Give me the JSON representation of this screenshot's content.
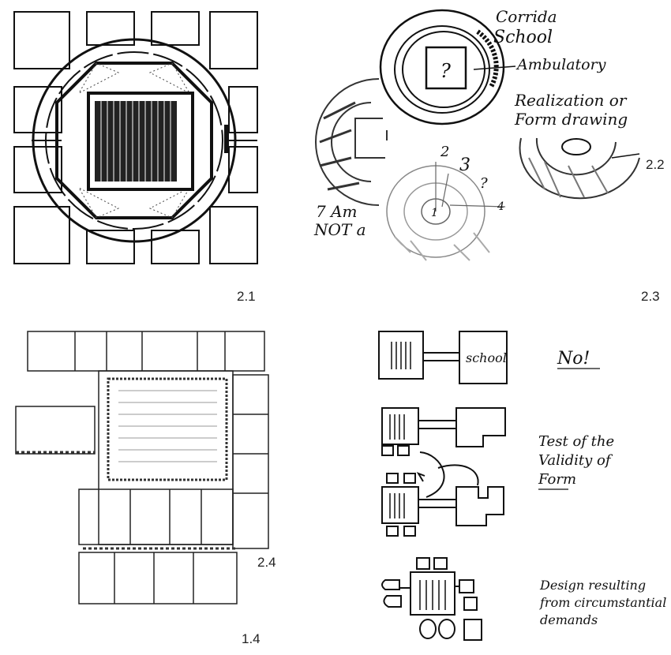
{
  "figures": {
    "fig_2_1": {
      "label": "2.1"
    },
    "fig_2_2": {
      "label": "2.2"
    },
    "fig_2_3": {
      "label": "2.3"
    },
    "fig_2_4": {
      "label": "2.4"
    },
    "fig_1_4": {
      "label": "1.4"
    }
  },
  "sketch_2_2": {
    "corridor": "Corrida",
    "school": "School",
    "ambulatory": "Ambulatory",
    "question": "?",
    "realization_line1": "Realization or",
    "realization_line2": "Form drawing"
  },
  "sketch_2_3": {
    "note_line1": "7 Am",
    "note_line2": "NOT a",
    "num_2": "2",
    "num_3": "3",
    "num_q": "?",
    "num_1": "1",
    "num_4": "4"
  },
  "sketch_1_4": {
    "school": "school",
    "no": "No!",
    "test_line1": "Test of the",
    "test_line2": "Validity of",
    "test_line3": "Form",
    "design_line1": "Design resulting",
    "design_line2": "from circumstantial",
    "design_line3": "demands"
  }
}
